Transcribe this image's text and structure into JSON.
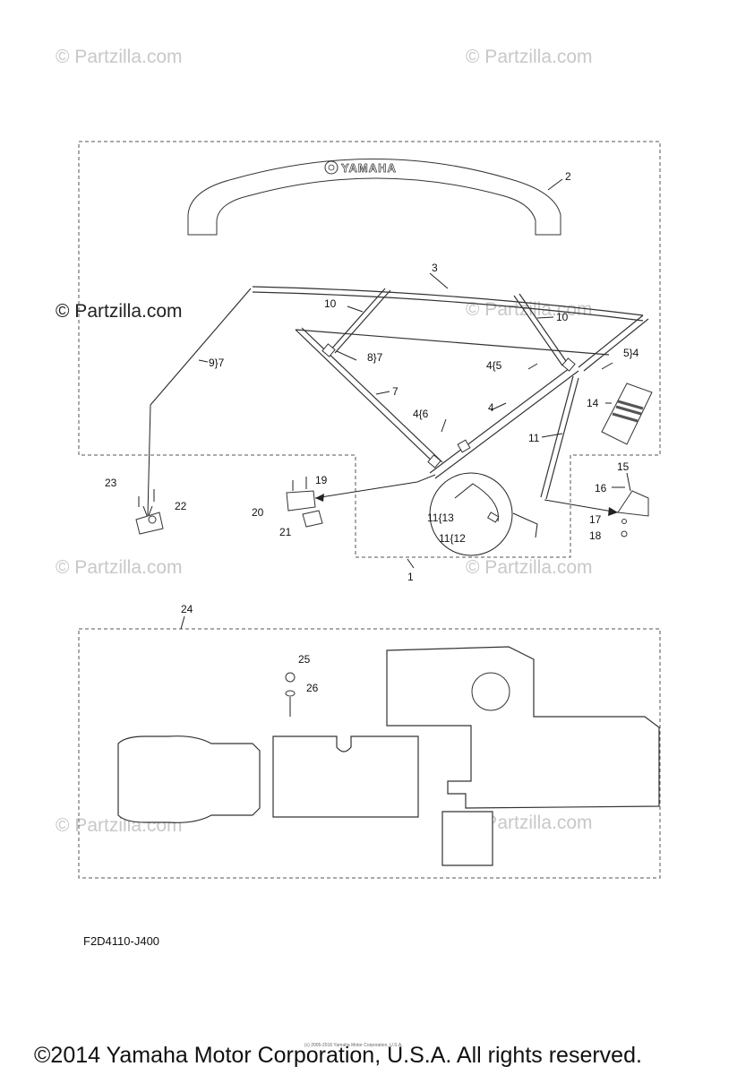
{
  "watermarks": [
    {
      "text": "© Partzilla.com",
      "tone": "light"
    },
    {
      "text": "© Partzilla.com",
      "tone": "light"
    },
    {
      "text": "© Partzilla.com",
      "tone": "dark"
    },
    {
      "text": "© Partzilla.com",
      "tone": "light"
    },
    {
      "text": "© Partzilla.com",
      "tone": "light"
    },
    {
      "text": "© Partzilla.com",
      "tone": "light"
    },
    {
      "text": "© Partzilla.com",
      "tone": "light"
    },
    {
      "text": "© Partzilla.com",
      "tone": "light"
    }
  ],
  "brand": "YAMAHA",
  "callouts": {
    "c1": "1",
    "c2": "2",
    "c3": "3",
    "c4": "4",
    "c4_5": "4{5",
    "c4_6": "4{6",
    "c5_4": "5}4",
    "c7": "7",
    "c8_7": "8}7",
    "c9_7": "9}7",
    "c10a": "10",
    "c10b": "10",
    "c11": "11",
    "c11_12": "11{12",
    "c11_13": "11{13",
    "c14": "14",
    "c15": "15",
    "c16": "16",
    "c17": "17",
    "c18": "18",
    "c19": "19",
    "c20": "20",
    "c21": "21",
    "c22": "22",
    "c23": "23",
    "c24": "24",
    "c25": "25",
    "c26": "26"
  },
  "diagram_code": "F2D4110-J400",
  "small_print": "(c) 2005-2016 Yamaha Motor Corporation, U.S.A.",
  "copyright": "©2014 Yamaha Motor Corporation, U.S.A. All rights reserved.",
  "colors": {
    "ink": "#222222",
    "watermark": "#c8c8c8",
    "background": "#ffffff"
  }
}
